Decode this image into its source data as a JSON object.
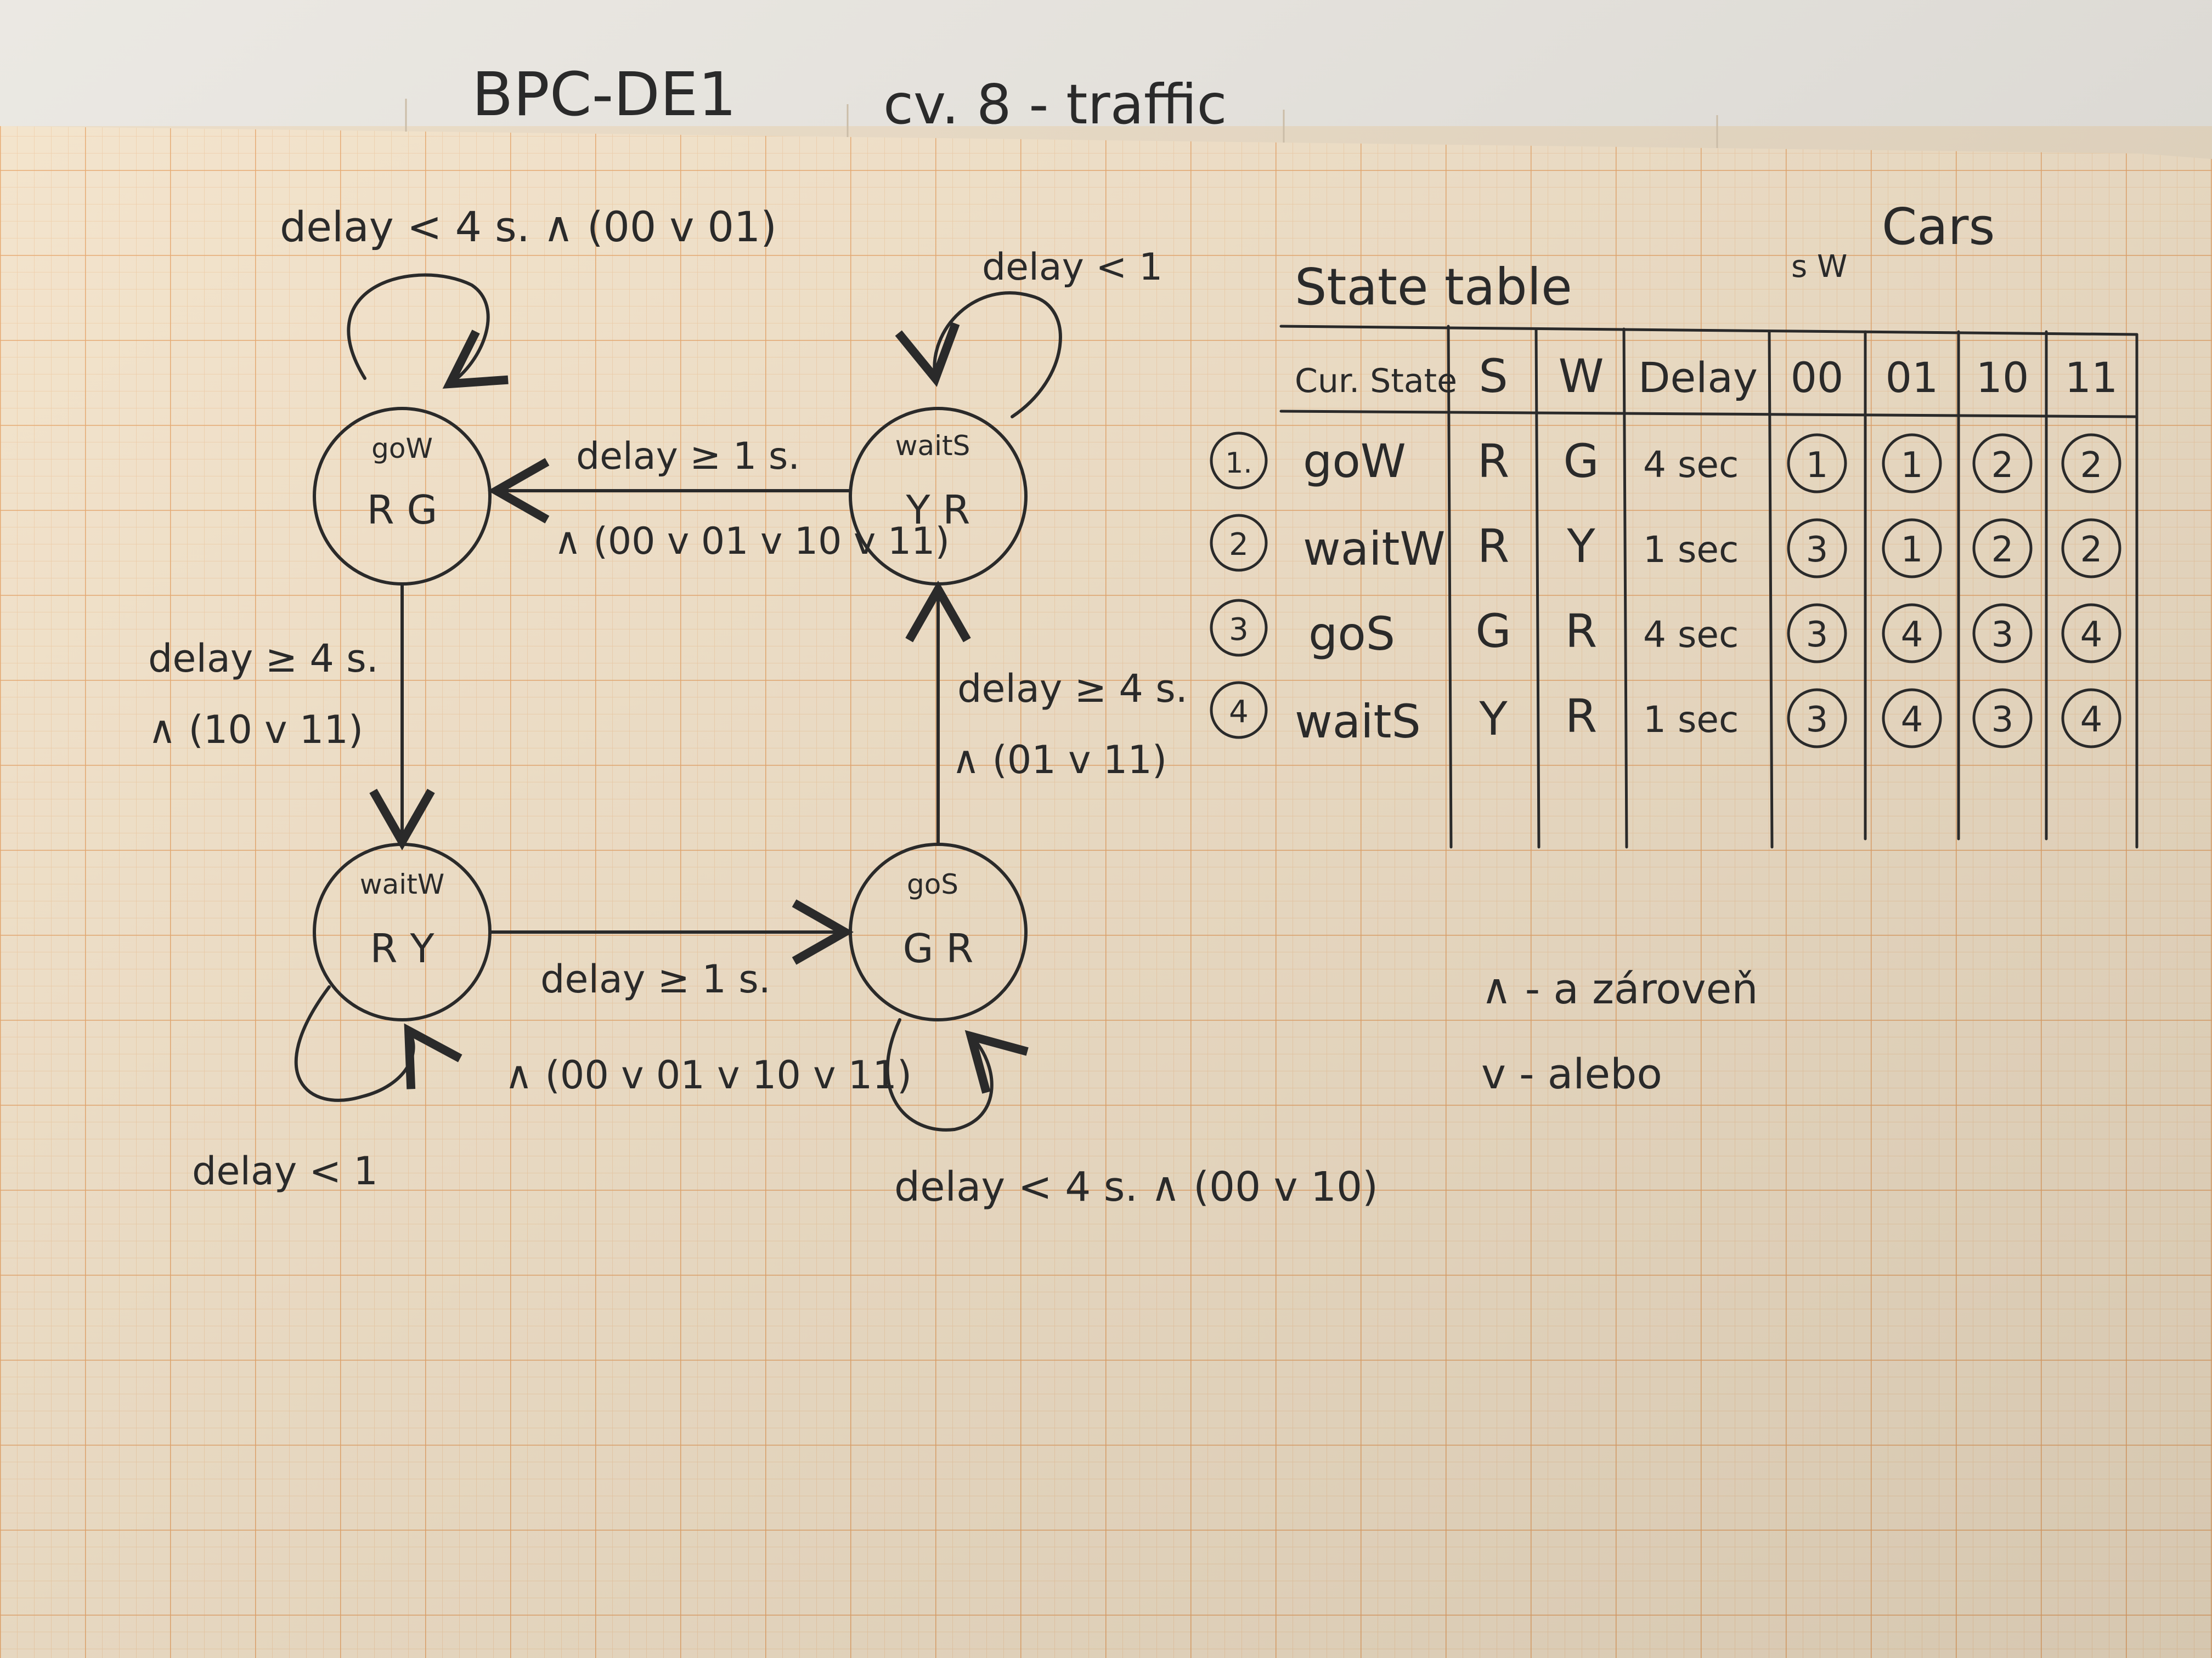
{
  "header": {
    "left": "BPC-DE1",
    "center": "cv. 8 - traffic"
  },
  "states": [
    {
      "id": "goW",
      "name": "goW",
      "lights": "R G"
    },
    {
      "id": "waitW",
      "name": "waitW",
      "lights": "R Y"
    },
    {
      "id": "goS",
      "name": "goS",
      "lights": "G R"
    },
    {
      "id": "waitS",
      "name": "waitS",
      "lights": "Y R"
    }
  ],
  "transitions": {
    "goW_self": "delay < 4 s. ∧ (00 v 01)",
    "goW_to_waitW_1": "delay ≥ 4 s.",
    "goW_to_waitW_2": "∧ (10 v 11)",
    "waitW_self": "delay < 1",
    "waitW_to_goS_1": "delay ≥ 1 s.",
    "waitW_to_goS_2": "∧ (00 v 01 v 10 v 11)",
    "goS_self": "delay < 4 s. ∧ (00 v 10)",
    "goS_to_waitS_1": "delay ≥ 4 s.",
    "goS_to_waitS_2": "∧ (01 v 11)",
    "waitS_self": "delay < 1",
    "waitS_to_goW_1": "delay ≥ 1 s.",
    "waitS_to_goW_2": "∧ (00 v 01 v 10 v 11)"
  },
  "table": {
    "title": "State table",
    "cars_label": "Cars",
    "sw_label": "s W",
    "headers": [
      "Cur. State",
      "S",
      "W",
      "Delay",
      "00",
      "01",
      "10",
      "11"
    ],
    "rows": [
      {
        "num": "1.",
        "state": "goW",
        "s": "R",
        "w": "G",
        "delay": "4 sec",
        "next": [
          "1",
          "1",
          "2",
          "2"
        ]
      },
      {
        "num": "2",
        "state": "waitW",
        "s": "R",
        "w": "Y",
        "delay": "1 sec",
        "next": [
          "3",
          "1",
          "2",
          "2"
        ]
      },
      {
        "num": "3",
        "state": "goS",
        "s": "G",
        "w": "R",
        "delay": "4 sec",
        "next": [
          "3",
          "4",
          "3",
          "4"
        ]
      },
      {
        "num": "4",
        "state": "waitS",
        "s": "Y",
        "w": "R",
        "delay": "1 sec",
        "next": [
          "3",
          "4",
          "3",
          "4"
        ]
      }
    ]
  },
  "legend": {
    "and": "∧ - a zároveň",
    "or": "v - alebo"
  },
  "colors": {
    "grid_fine": "#f0c79b",
    "grid_major": "#e8a566",
    "ink": "#2a2a2a",
    "paper": "#f3e2c8"
  }
}
